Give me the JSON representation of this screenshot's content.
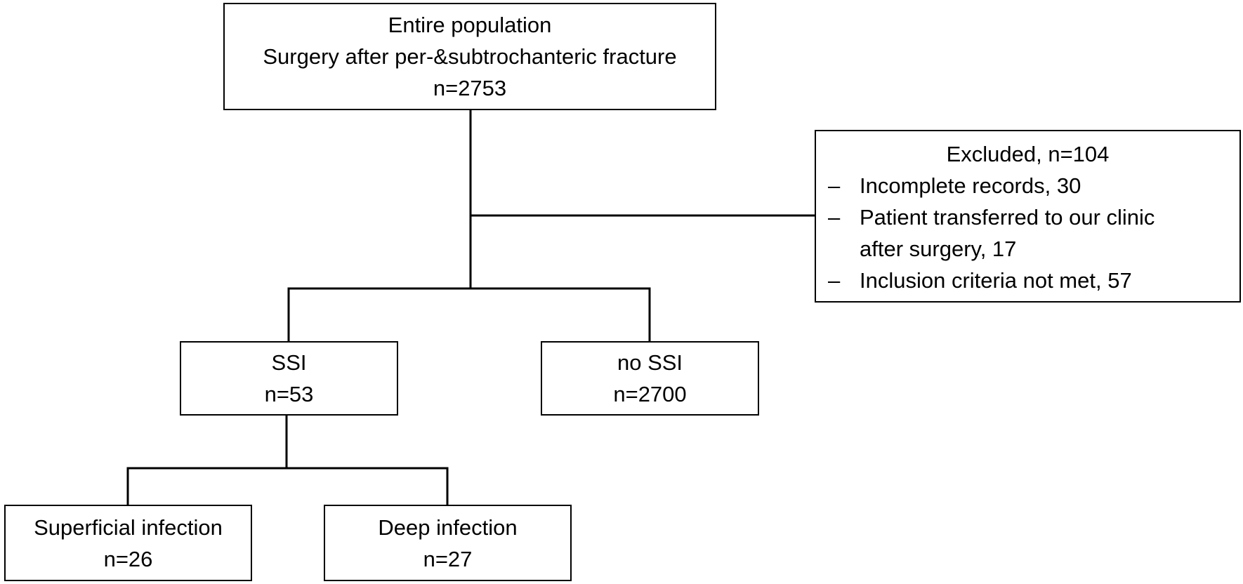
{
  "diagram": {
    "root": {
      "lines": [
        "Entire population",
        "Surgery after per-&subtrochanteric fracture",
        "n=2753"
      ]
    },
    "excluded": {
      "title": "Excluded, n=104",
      "bullet_glyph": "–",
      "items": [
        [
          "Incomplete records, 30"
        ],
        [
          "Patient transferred to our clinic",
          "after surgery, 17"
        ],
        [
          "Inclusion criteria not met, 57"
        ]
      ]
    },
    "ssi": {
      "lines": [
        "SSI",
        "n=53"
      ]
    },
    "no_ssi": {
      "lines": [
        "no SSI",
        "n=2700"
      ]
    },
    "superficial": {
      "lines": [
        "Superficial infection",
        "n=26"
      ]
    },
    "deep": {
      "lines": [
        "Deep infection",
        "n=27"
      ]
    }
  }
}
